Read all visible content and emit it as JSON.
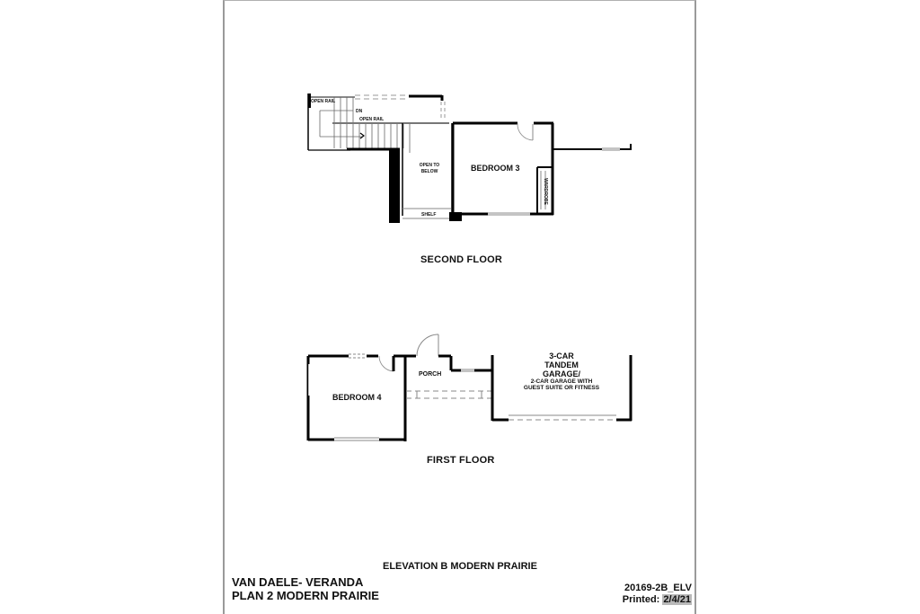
{
  "document": {
    "elevation_title": "ELEVATION B MODERN PRAIRIE",
    "project_name": "VAN DAELE- VERANDA",
    "plan_name": "PLAN 2 MODERN PRAIRIE",
    "drawing_code": "20169-2B_ELV",
    "printed_label": "Printed:",
    "printed_date": "2/4/21"
  },
  "second_floor": {
    "title": "SECOND FLOOR",
    "labels": {
      "open_rail_1": "OPEN RAIL",
      "open_rail_2": "OPEN RAIL",
      "dn": "DN",
      "open_to_below_1": "OPEN TO",
      "open_to_below_2": "BELOW",
      "shelf": "SHELF",
      "bedroom3": "BEDROOM 3",
      "wardrobe": "WARDROBE"
    }
  },
  "first_floor": {
    "title": "FIRST FLOOR",
    "labels": {
      "bedroom4": "BEDROOM 4",
      "porch": "PORCH",
      "garage_line1": "3-CAR",
      "garage_line2": "TANDEM",
      "garage_line3": "GARAGE/",
      "garage_line4": "2-CAR GARAGE WITH",
      "garage_line5": "GUEST SUITE OR FITNESS"
    }
  },
  "colors": {
    "wall": "#000000",
    "border": "#9a9a9a",
    "highlight": "#b9b9b9",
    "thin_line": "#8a8a8a"
  }
}
